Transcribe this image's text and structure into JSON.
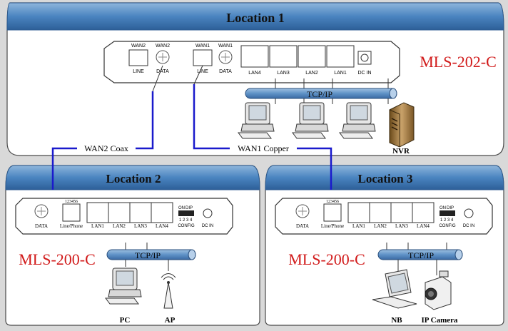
{
  "locations": {
    "loc1": {
      "title": "Location 1",
      "model": "MLS-202-C"
    },
    "loc2": {
      "title": "Location 2",
      "model": "MLS-200-C"
    },
    "loc3": {
      "title": "Location 3",
      "model": "MLS-200-C"
    }
  },
  "ports": {
    "wan2_top": "WAN2",
    "wan2_line": "LINE",
    "wan2_data_top": "WAN2",
    "wan2_data": "DATA",
    "wan1_top": "WAN1",
    "wan1_line": "LINE",
    "wan1_data_top": "WAN1",
    "wan1_data": "DATA",
    "lan4": "LAN4",
    "lan3": "LAN3",
    "lan2": "LAN2",
    "lan1": "LAN1",
    "dcin": "DC IN",
    "data": "DATA",
    "line_phone": "Line/Phone",
    "pin_numbers": "123456",
    "on": "ON",
    "dip": "DIP",
    "dip_numbers": "1 2 3 4",
    "config": "CONFIG"
  },
  "network": {
    "tcpip": "TCP/IP"
  },
  "links": {
    "wan2": "WAN2 Coax",
    "wan1": "WAN1 Copper"
  },
  "devices": {
    "nvr": "NVR",
    "pc": "PC",
    "ap": "AP",
    "nb": "NB",
    "camera": "IP Camera"
  },
  "colors": {
    "header": "#3f7ab8",
    "model": "#d11a1a",
    "link": "#1a1acc",
    "panel": "#ffffff"
  }
}
